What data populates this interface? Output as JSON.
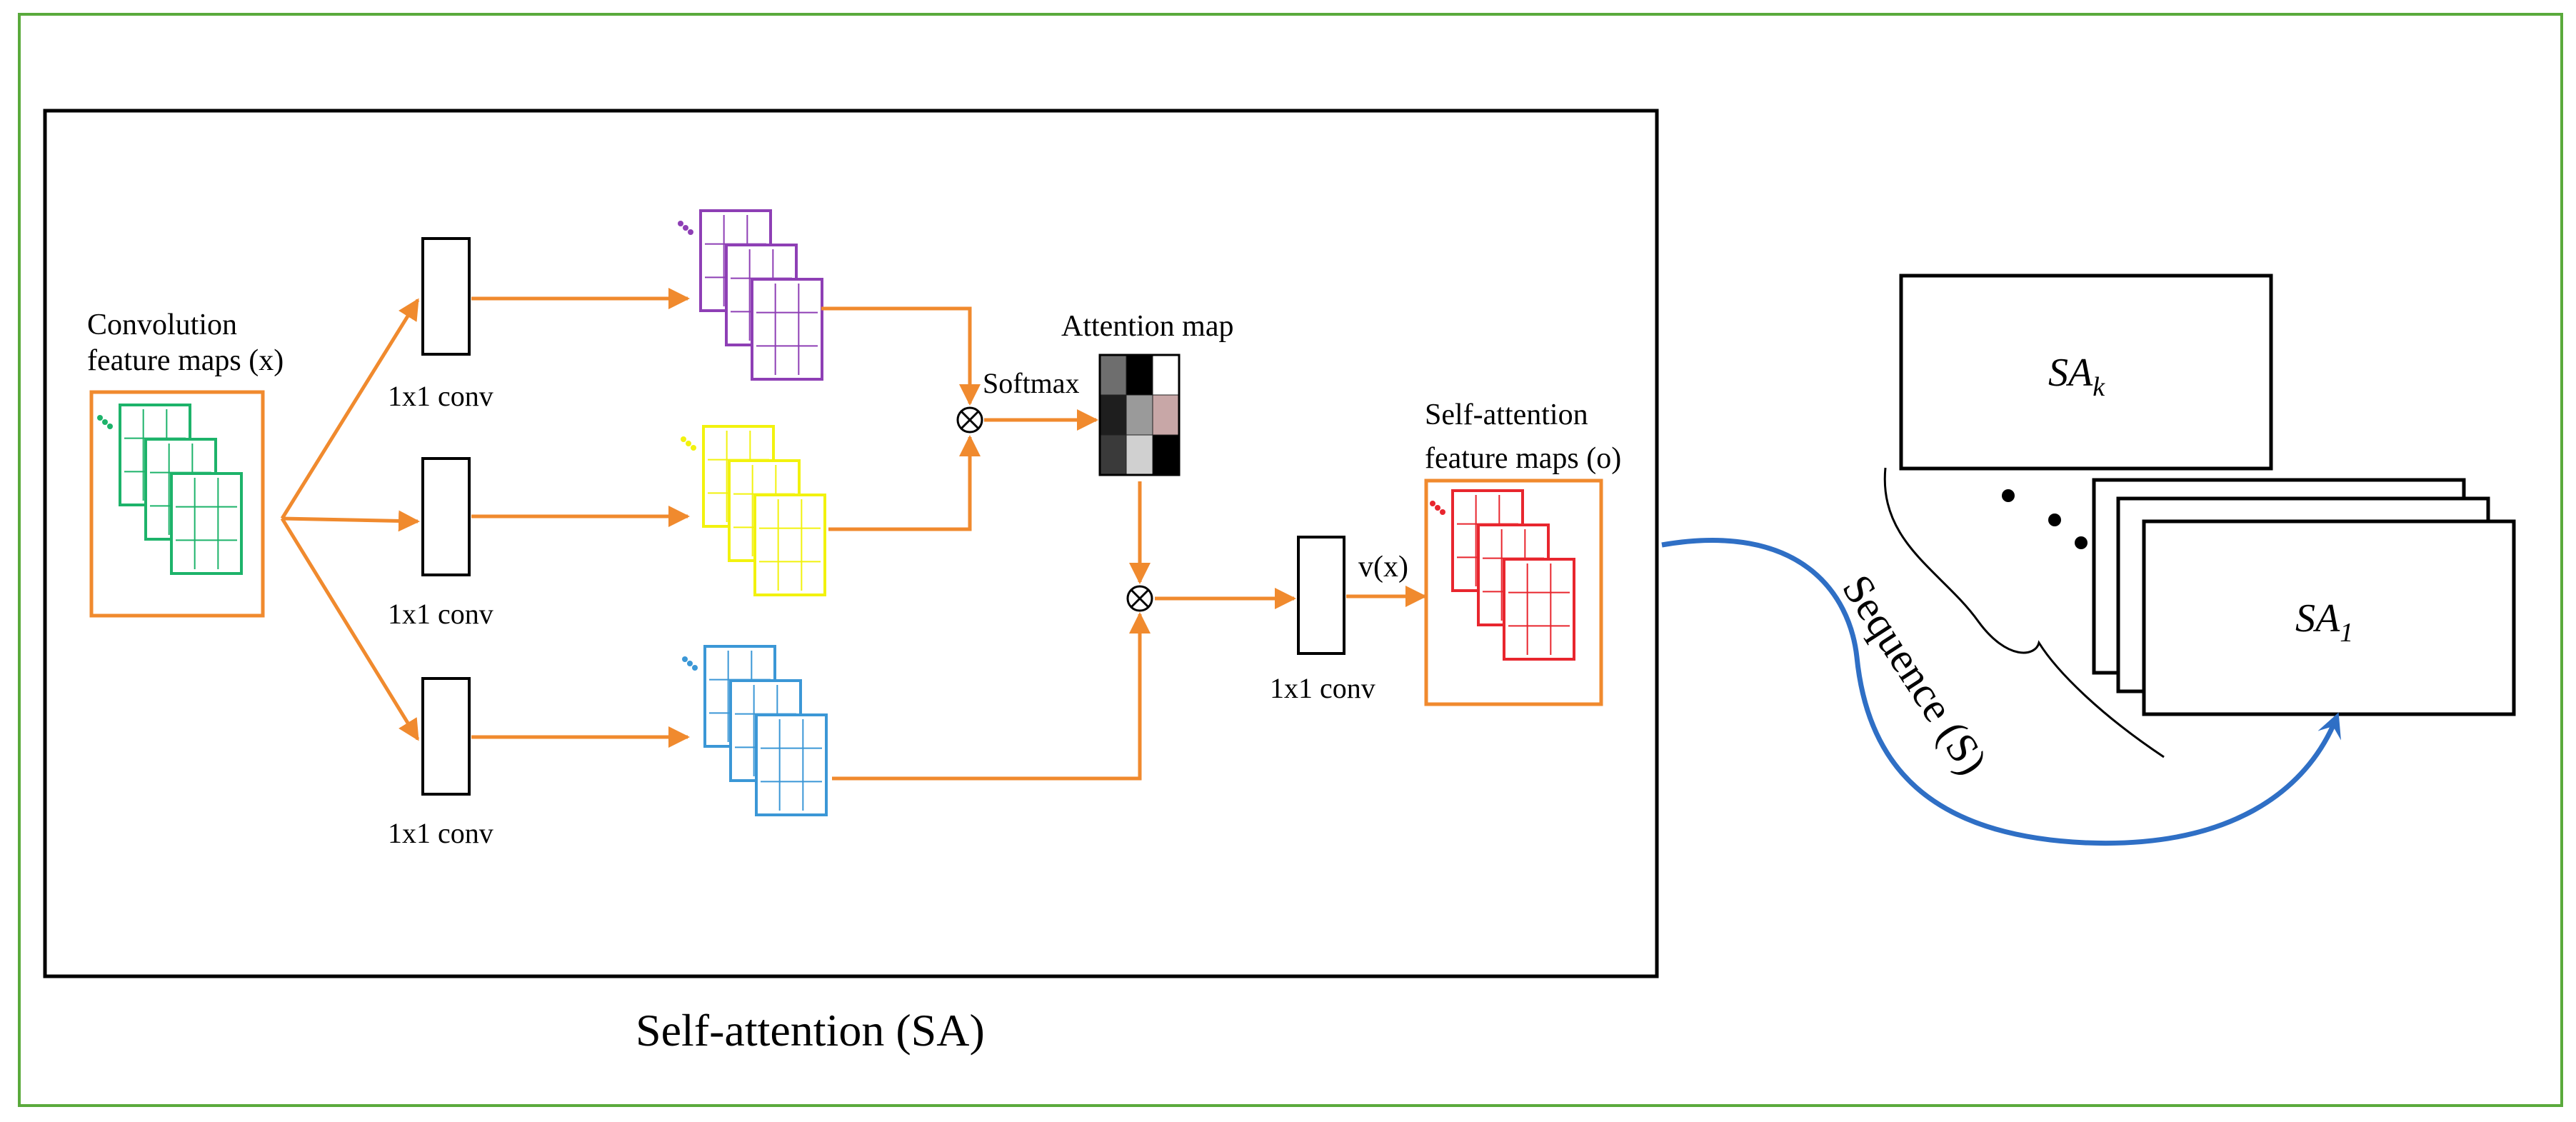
{
  "colors": {
    "outer_frame": "#5aaa3c",
    "sa_box": "#000000",
    "arrow": "#f08a2e",
    "input_maps": "#1db36a",
    "query_maps": "#8e3fb5",
    "key_maps": "#f2f20e",
    "value_maps": "#3b97d6",
    "output_maps": "#e8262e",
    "sequence_arrow": "#2f6fc5"
  },
  "labels": {
    "input_line1": "Convolution",
    "input_line2": "feature maps (x)",
    "conv_top": "1x1 conv",
    "conv_mid": "1x1 conv",
    "conv_bot": "1x1 conv",
    "conv_out": "1x1 conv",
    "softmax": "Softmax",
    "attention_map": "Attention map",
    "output_line1": "Self-attention",
    "output_line2": "feature maps (o)",
    "vx": "v(x)",
    "sa_caption": "Self-attention (SA)",
    "sequence": "Sequence (S)",
    "sa_k_base": "SA",
    "sa_k_sub": "k",
    "sa_1_base": "SA",
    "sa_1_sub": "1"
  },
  "attention_map_cells": [
    "#6e6e6e",
    "#000000",
    "#ffffff",
    "#1e1e1e",
    "#9a9a9a",
    "#c8a7a7",
    "#3a3a3a",
    "#d0d0d0",
    "#000000"
  ]
}
